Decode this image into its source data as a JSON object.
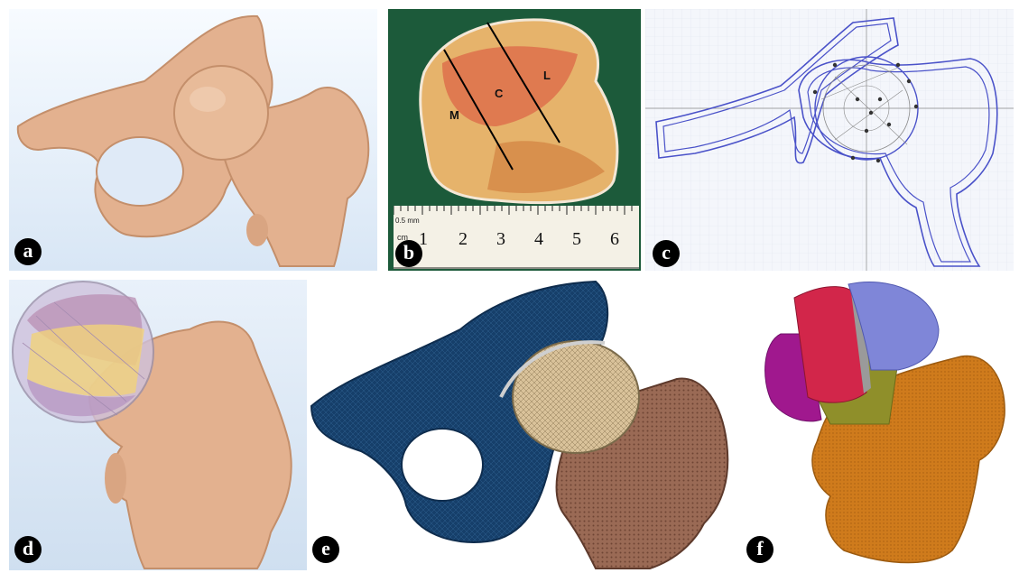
{
  "panels": [
    {
      "label": "a"
    },
    {
      "label": "b"
    },
    {
      "label": "c"
    },
    {
      "label": "d"
    },
    {
      "label": "e"
    },
    {
      "label": "f"
    }
  ],
  "specimen": {
    "zones": [
      "M",
      "C",
      "L"
    ],
    "ruler_unit_top": "0.5 mm",
    "ruler_unit_left": "cm",
    "ruler_numbers": [
      "1",
      "2",
      "3",
      "4",
      "5",
      "6"
    ]
  },
  "colors": {
    "bone": "#e3b18f",
    "bone_shade": "#c48f6b",
    "sky": "#dce9f7",
    "pelvis_mesh": "#163f6a",
    "femur_mesh": "#9a6a55",
    "head_mesh": "#d9c29a",
    "fe_femur": "#cf7b1c",
    "seg_blue": "#7f86d8",
    "seg_red": "#d2264a",
    "seg_magenta": "#a0188e",
    "seg_olive": "#8f8f2a",
    "cad_line": "#4a52c9",
    "specimen_bg": "#1c5a3a"
  }
}
